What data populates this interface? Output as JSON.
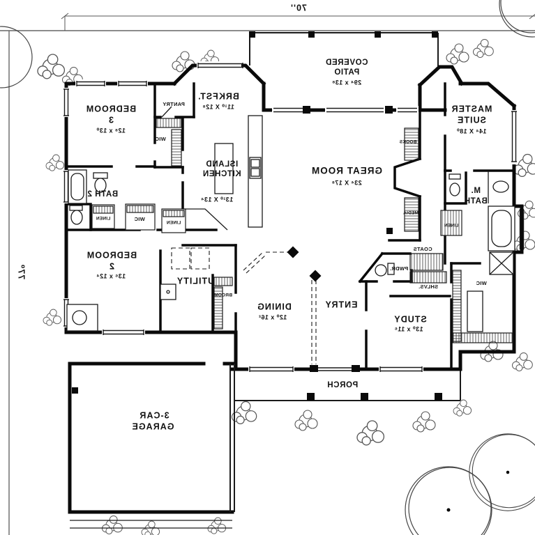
{
  "site": {
    "width_label": "70''",
    "height_label": "77⁰"
  },
  "rooms": {
    "covered_patio": {
      "line1": "COVERED",
      "line2": "PATIO",
      "dims": "29⁴ x 13⁸"
    },
    "brkfst": {
      "name": "BRKFST.",
      "dims": "11¹⁰ X 12⁸"
    },
    "bedroom3": {
      "line1": "BEDROOM",
      "line2": "3",
      "dims": "12⁸ x 13⁰"
    },
    "master_suite": {
      "line1": "MASTER",
      "line2": "SUITE",
      "dims": "14⁴ X 18⁰"
    },
    "island_kitchen": {
      "line1": "ISLAND",
      "line2": "KITCHEN",
      "dims": "13¹⁰ X 13⁴"
    },
    "great_room": {
      "name": "GREAT ROOM",
      "dims": "23⁴ X 17⁸"
    },
    "bath2": {
      "name": "BATH 2"
    },
    "m_bath": {
      "line1": "M.",
      "line2": "BATH"
    },
    "bedroom2": {
      "line1": "BEDROOM",
      "line2": "2",
      "dims": "13⁶ x 12⁴"
    },
    "utility": {
      "name": "UTILITY"
    },
    "dining": {
      "name": "DINING",
      "dims": "12⁰ x 16²"
    },
    "entry": {
      "name": "ENTRY"
    },
    "study": {
      "name": "STUDY",
      "dims": "13⁰ x 11⁶"
    },
    "pwdr": {
      "name": "PWDR."
    },
    "porch": {
      "name": "PORCH"
    },
    "garage": {
      "line1": "3-CAR",
      "line2": "GARAGE"
    }
  },
  "storage": {
    "pantry": "PANTRY",
    "wic_bed3": "WIC",
    "wic_hall": "WIC",
    "wic_master": "WIC",
    "linen_bath": "LINEN",
    "linen_hall": "LINEN",
    "linen_mbath": "LINEN",
    "books": "BOOKS",
    "media": "MEDIA",
    "coats": "COATS",
    "shlvs": "SHLVS.",
    "broom": "BROOM"
  }
}
